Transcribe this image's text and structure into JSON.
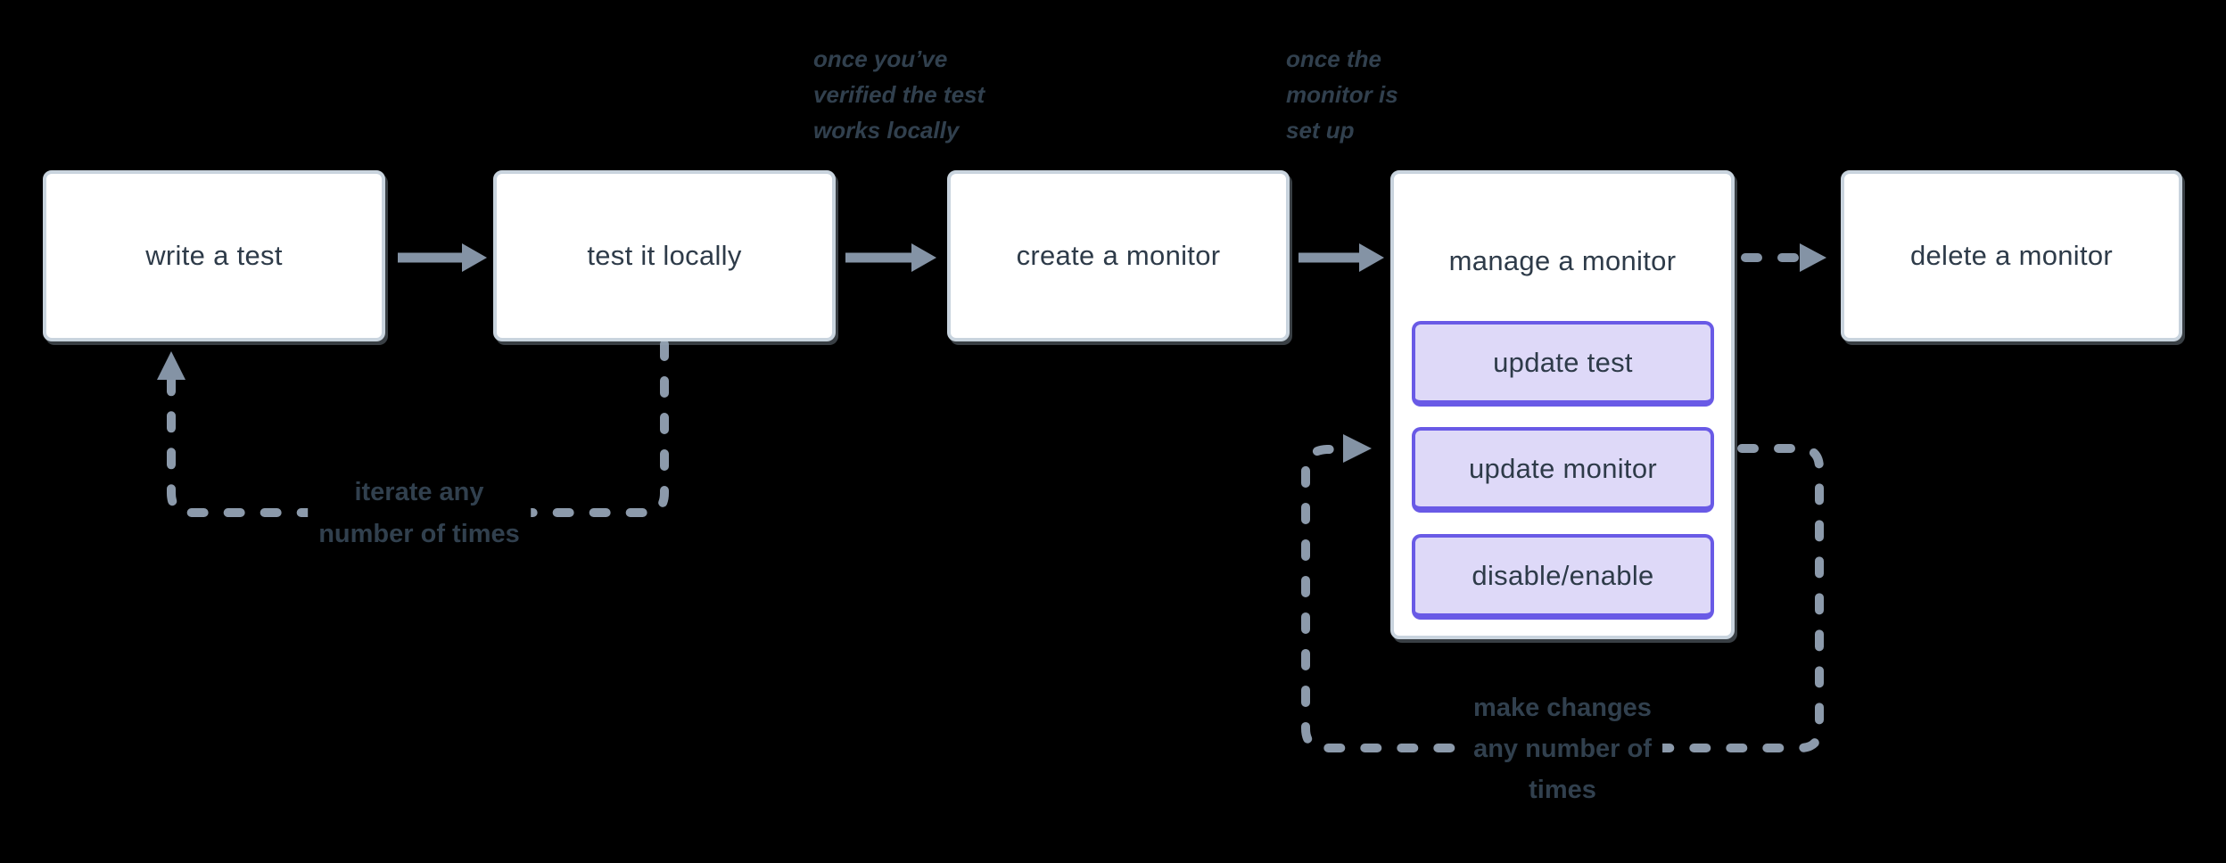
{
  "diagram": {
    "title_hint": "synthetic monitoring workflow",
    "background_color": "#000000",
    "colors": {
      "node_fill": "#ffffff",
      "node_border": "#c9d4de",
      "node_text": "#2e3b49",
      "action_fill": "#ded9f8",
      "action_border": "#695ae6",
      "arrow": "#8493a5",
      "dashed_line": "#8c9aab",
      "label_text": "#31404e"
    },
    "nodes": [
      {
        "id": "write-test",
        "label": "write a test"
      },
      {
        "id": "test-locally",
        "label": "test it locally"
      },
      {
        "id": "create-monitor",
        "label": "create a monitor"
      },
      {
        "id": "manage-monitor",
        "label": "manage a monitor",
        "actions": [
          {
            "label": "update test"
          },
          {
            "label": "update monitor"
          },
          {
            "label": "disable/enable"
          }
        ]
      },
      {
        "id": "delete-monitor",
        "label": "delete a monitor"
      }
    ],
    "edges": [
      {
        "from": "write a test",
        "to": "test it locally",
        "style": "solid"
      },
      {
        "from": "test it locally",
        "to": "create a monitor",
        "style": "solid"
      },
      {
        "from": "create a monitor",
        "to": "manage a monitor",
        "style": "solid"
      },
      {
        "from": "manage a monitor",
        "to": "delete a monitor",
        "style": "dashed"
      },
      {
        "from": "test it locally",
        "to": "write a test",
        "style": "dashed-loop"
      },
      {
        "from": "manage a monitor",
        "to": "update monitor",
        "style": "dashed-loop"
      }
    ],
    "annotations": [
      {
        "id": "once-verified",
        "lines": [
          "once you’ve",
          "verified the test",
          "works locally"
        ]
      },
      {
        "id": "once-set-up",
        "lines": [
          "once the",
          "monitor is",
          "set up"
        ]
      }
    ],
    "loop_labels": [
      {
        "id": "iterate",
        "lines": [
          "iterate any",
          "number of times"
        ]
      },
      {
        "id": "make-changes",
        "lines": [
          "make changes",
          "any number of",
          "times"
        ]
      }
    ]
  }
}
